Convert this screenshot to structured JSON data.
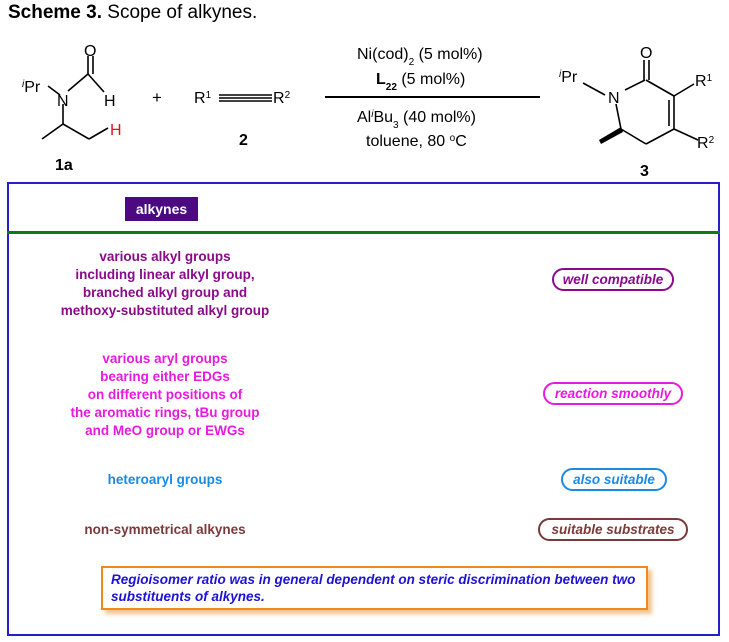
{
  "title": {
    "bold": "Scheme 3.",
    "text": " Scope of alkynes."
  },
  "scheme": {
    "reactant1_label": "1a",
    "reactant2_label": "2",
    "product_label": "3",
    "plus": "+",
    "atom_N": "N",
    "atom_O": "O",
    "atom_H": "H",
    "ipr": "Pr",
    "ipr_sup": "i",
    "r1": "R",
    "r1_sup": "1",
    "r2": "R",
    "r2_sup": "2",
    "cond1": "Ni(cod)",
    "cond1_sub": "2",
    "cond1_tail": " (5 mol%)",
    "cond2_ligand": "L",
    "cond2_ligand_sub": "22",
    "cond2_tail": " (5 mol%)",
    "cond3_al": "Al",
    "cond3_sup": "i",
    "cond3_bu": "Bu",
    "cond3_sub": "3",
    "cond3_tail": " (40 mol%)",
    "cond4_a": "toluene, 80 ",
    "cond4_sup": "o",
    "cond4_b": "C"
  },
  "table": {
    "header": "alkynes",
    "rows": [
      {
        "lines": [
          "various alkyl groups",
          "including linear alkyl group,",
          "branched alkyl group and",
          "methoxy-substituted alkyl group"
        ],
        "result": "well compatible",
        "color": "#8a0a8a"
      },
      {
        "lines": [
          "various aryl groups",
          "bearing either EDGs",
          "on different positions of",
          "the aromatic rings, tBu group",
          "and MeO group or EWGs"
        ],
        "result": "reaction smoothly",
        "color": "#e81ae0"
      },
      {
        "lines": [
          "heteroaryl groups"
        ],
        "result": "also suitable",
        "color": "#1a8ae8"
      },
      {
        "lines": [
          "non-symmetrical alkynes"
        ],
        "result": "suitable substrates",
        "color": "#7a3a3a"
      }
    ],
    "note": "Regioisomer ratio was in general dependent on steric discrimination between two substituents of alkynes.",
    "colors": {
      "border": "#2020d0",
      "divider": "#0d7a12",
      "badge": "#4b0a82",
      "note_border": "#f08a1a",
      "note_text": "#1d12d6",
      "highlight_h": "#e0121a"
    }
  }
}
